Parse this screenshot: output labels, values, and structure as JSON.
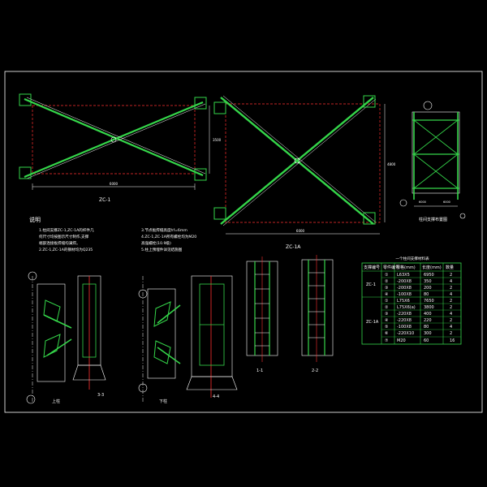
{
  "colors": {
    "background": "#000000",
    "frame": "#ffffff",
    "steel": "#35d64a",
    "axis": "#ff3030",
    "note": "#ffffff",
    "yellow": "#e8e84a",
    "cyan": "#33e0e0"
  },
  "titles": {
    "zc1": "ZC-1",
    "zc1a": "ZC-1A",
    "elevation": "柱间支撑布置图",
    "section_1_1": "1-1",
    "section_2_2": "2-2",
    "section_3_3": "3-3",
    "section_4_4": "4-4",
    "upper_column": "上柱",
    "lower_column": "下柱"
  },
  "notes": {
    "heading": "说明",
    "lines": [
      "1.柱间支撑ZC-1,ZC-1A的杆件几",
      "  何尺寸均按图示尺寸制作,支撑",
      "  端部连接板焊缝均满焊。",
      "2.ZC-1,ZC-1A的钢材均为Q235",
      "3.节点板焊缝高度hf=6mm",
      "4.ZC-1,ZC-1A所有螺栓均为M20",
      "  高强螺栓(10.9级)",
      "5.柱上预埋件详见结施图"
    ]
  },
  "dims": {
    "zc1_width": "6000",
    "zc1_height": "3500",
    "zc1a_width": "6000",
    "zc1a_height": "4800",
    "elev_left": "6000",
    "elev_right": "6000"
  },
  "table": {
    "title": "一个柱间支撑材料表",
    "headers": [
      "支撑编号",
      "零件编号",
      "规格(mm)",
      "长度(mm)",
      "数量"
    ],
    "groups": [
      {
        "name": "ZC-1",
        "rows": [
          [
            "①",
            "L63X5",
            "6950",
            "2"
          ],
          [
            "②",
            "-200X8",
            "350",
            "4"
          ],
          [
            "③",
            "-200X8",
            "200",
            "2"
          ],
          [
            "④",
            "-100X8",
            "80",
            "4"
          ]
        ]
      },
      {
        "name": "ZC-1A",
        "rows": [
          [
            "①",
            "L75X6",
            "7650",
            "2"
          ],
          [
            "②",
            "L75X6(a)",
            "3800",
            "2"
          ],
          [
            "③",
            "-220X8",
            "400",
            "4"
          ],
          [
            "④",
            "-220X8",
            "220",
            "2"
          ],
          [
            "⑤",
            "-100X8",
            "80",
            "4"
          ],
          [
            "⑥",
            "-220X10",
            "300",
            "2"
          ],
          [
            "⑦",
            "M20",
            "60",
            "16"
          ]
        ]
      }
    ]
  }
}
